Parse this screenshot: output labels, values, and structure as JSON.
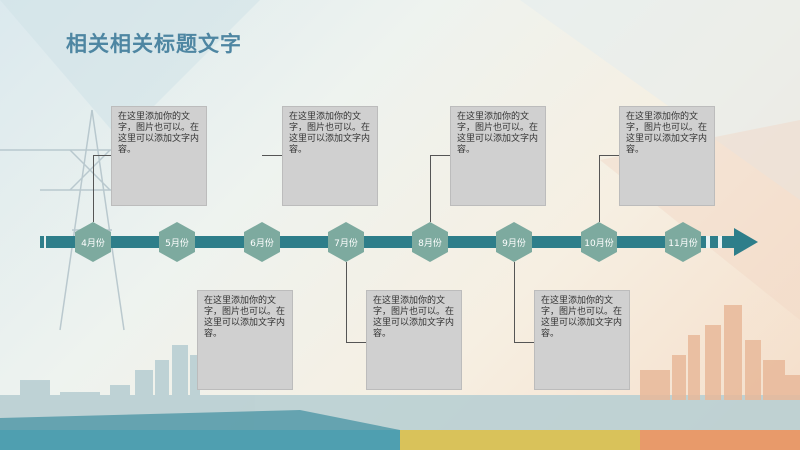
{
  "title": "相关相关标题文字",
  "timeline": {
    "months": [
      "4月份",
      "5月份",
      "6月份",
      "7月份",
      "8月份",
      "9月份",
      "10月份",
      "11月份"
    ]
  },
  "boxes": {
    "top": [
      "在这里添加你的文字，图片也可以。在这里可以添加文字内容。",
      "在这里添加你的文字，图片也可以。在这里可以添加文字内容。",
      "在这里添加你的文字，图片也可以。在这里可以添加文字内容。",
      "在这里添加你的文字，图片也可以。在这里可以添加文字内容。"
    ],
    "bottom": [
      "在这里添加你的文字，图片也可以。在这里可以添加文字内容。",
      "在这里添加你的文字，图片也可以。在这里可以添加文字内容。",
      "在这里添加你的文字，图片也可以。在这里可以添加文字内容。"
    ]
  },
  "colors": {
    "title": "#4e86a2",
    "timeline": "#2e7e8a",
    "hexagon": "#7daa9f",
    "box": "#d0d0d0"
  }
}
